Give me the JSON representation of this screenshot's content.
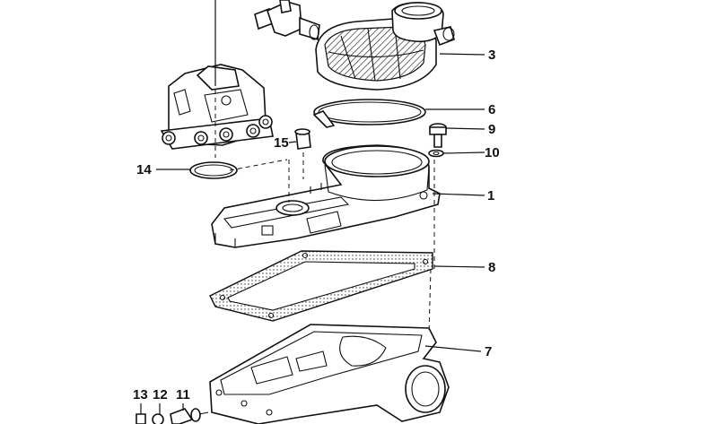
{
  "callouts": [
    {
      "id": "c1",
      "label": "1"
    },
    {
      "id": "c3",
      "label": "3"
    },
    {
      "id": "c6",
      "label": "6"
    },
    {
      "id": "c7",
      "label": "7"
    },
    {
      "id": "c8",
      "label": "8"
    },
    {
      "id": "c9",
      "label": "9"
    },
    {
      "id": "c10",
      "label": "10"
    },
    {
      "id": "c11",
      "label": "11"
    },
    {
      "id": "c12",
      "label": "12"
    },
    {
      "id": "c13",
      "label": "13"
    },
    {
      "id": "c14",
      "label": "14"
    },
    {
      "id": "c15",
      "label": "15"
    }
  ]
}
